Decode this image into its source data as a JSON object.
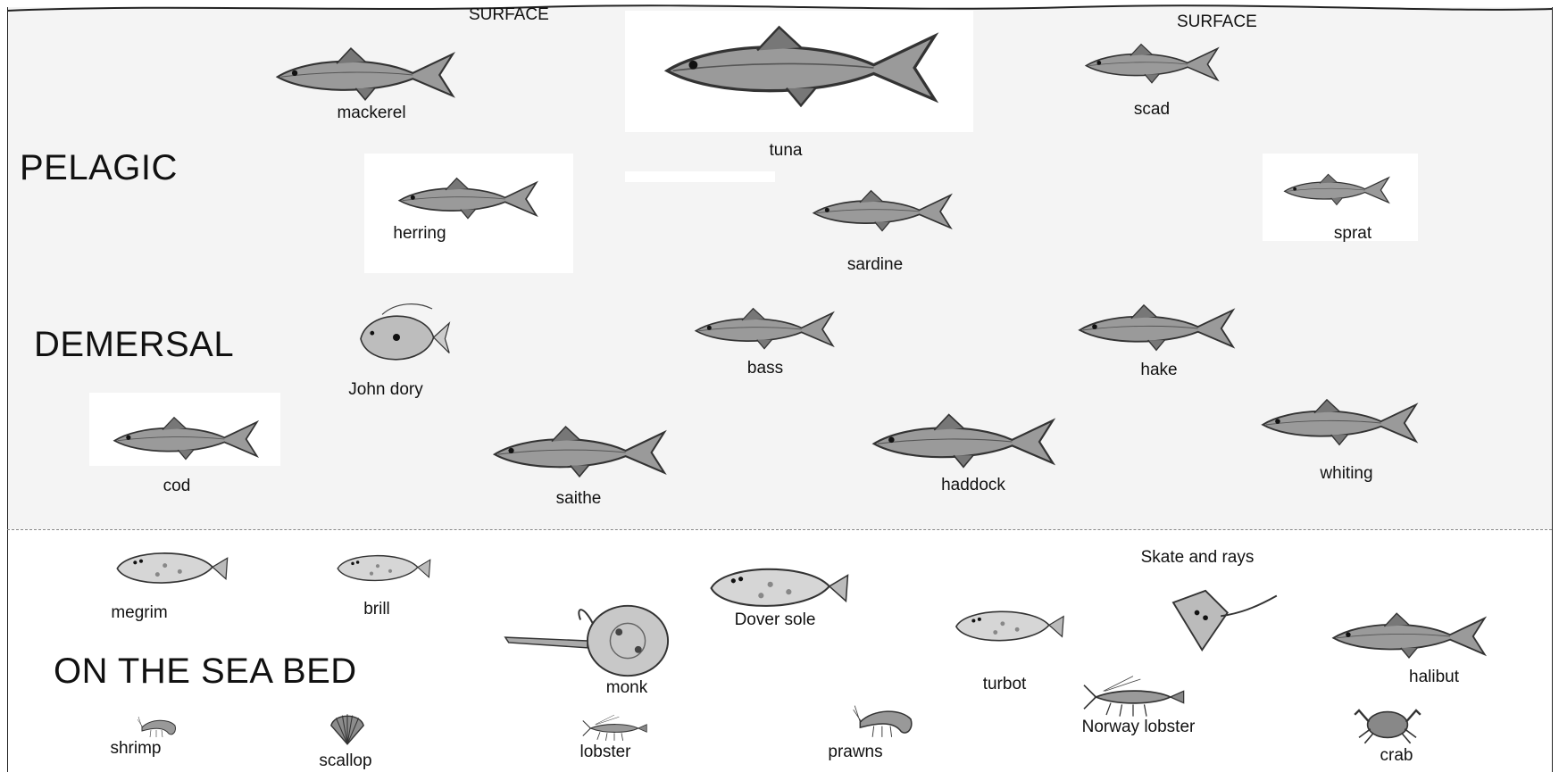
{
  "surface_labels": [
    "SURFACE",
    "SURFACE"
  ],
  "zones": {
    "pelagic": "PELAGIC",
    "demersal": "DEMERSAL",
    "sea_bed": "ON THE SEA BED"
  },
  "species": {
    "mackerel": "mackerel",
    "tuna": "tuna",
    "scad": "scad",
    "herring": "herring",
    "sardine": "sardine",
    "sprat": "sprat",
    "john_dory": "John dory",
    "bass": "bass",
    "hake": "hake",
    "cod": "cod",
    "saithe": "saithe",
    "haddock": "haddock",
    "whiting": "whiting",
    "megrim": "megrim",
    "brill": "brill",
    "dover_sole": "Dover sole",
    "skate_and_rays": "Skate and rays",
    "monk": "monk",
    "turbot": "turbot",
    "halibut": "halibut",
    "norway_lobster": "Norway lobster",
    "shrimp": "shrimp",
    "scallop": "scallop",
    "lobster": "lobster",
    "prawns": "prawns",
    "crab": "crab"
  },
  "colors": {
    "upper_background": "#f4f4f4",
    "fish_fill": "#9a9a9a",
    "fish_outline": "#333333"
  }
}
